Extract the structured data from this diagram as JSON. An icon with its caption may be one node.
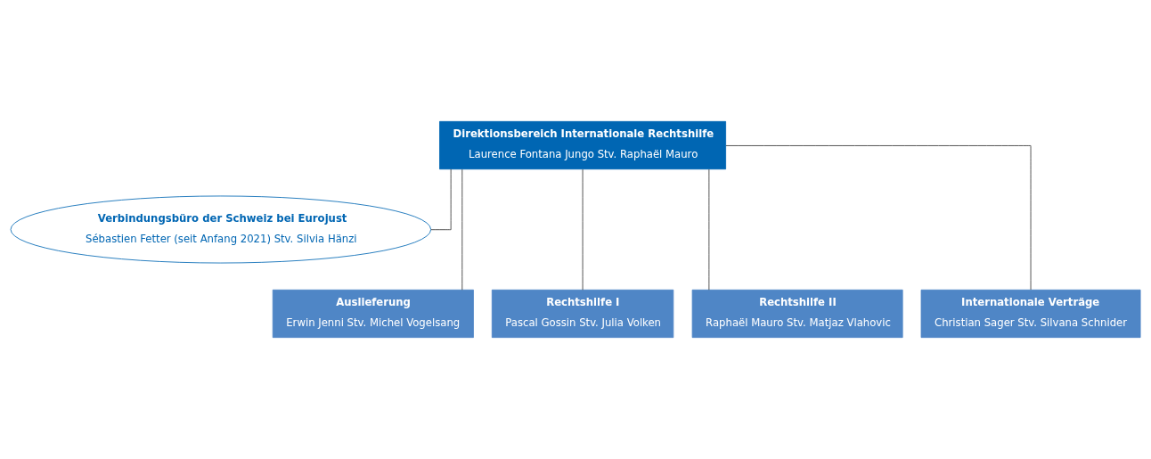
{
  "diagram": {
    "nodes": [
      {
        "text": [
          "Direktionsbereich Internationale Rechtshilfe",
          "Laurence Fontana Jungo Stv. Raphaël Mauro"
        ]
      },
      {
        "text": [
          "Verbindungsbüro der Schweiz bei Eurojust",
          "Sébastien Fetter (seit Anfang 2021) Stv. Silvia Hänzi"
        ]
      },
      {
        "text": [
          "Auslieferung",
          "Erwin Jenni Stv. Michel Vogelsang"
        ]
      },
      {
        "text": [
          "Rechtshilfe I",
          "Pascal Gossin Stv. Julia Volken"
        ]
      },
      {
        "text": [
          "Rechtshilfe II",
          "Raphaël Mauro Stv. Matjaz Vlahovic"
        ]
      },
      {
        "text": [
          "Internationale Verträge",
          "Christian Sager Stv. Silvana Schnider"
        ]
      }
    ],
    "edges": [
      {
        "from": 0,
        "to": 1,
        "arrow": "none"
      },
      {
        "from": 0,
        "to": 2,
        "arrow": "none"
      },
      {
        "from": 0,
        "to": 3,
        "arrow": "none"
      },
      {
        "from": 0,
        "to": 4,
        "arrow": "none"
      },
      {
        "from": 0,
        "to": 5,
        "arrow": "none"
      }
    ]
  }
}
